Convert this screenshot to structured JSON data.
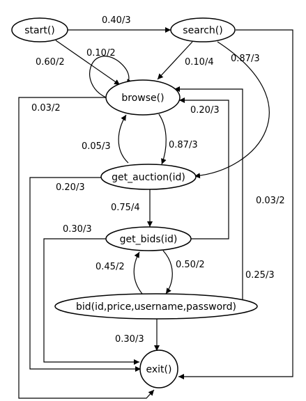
{
  "nodes": {
    "start": "start()",
    "search": "search()",
    "browse": "browse()",
    "get_auction": "get_auction(id)",
    "get_bids": "get_bids(id)",
    "bid": "bid(id,price,username,password)",
    "exit": "exit()"
  },
  "edges": {
    "start_search": "0.40/3",
    "start_browse": "0.60/2",
    "browse_self": "0.10/2",
    "search_browse": "0.10/4",
    "search_get_auction": "0.87/3",
    "search_exit": "0.03/2",
    "browse_exit": "0.03/2",
    "browse_get_auction": "0.87/3",
    "get_auction_browse": "0.05/3",
    "get_bids_browse": "0.20/3",
    "get_auction_exit": "0.20/3",
    "get_auction_get_bids": "0.75/4",
    "get_bids_exit": "0.30/3",
    "get_bids_bid": "0.50/2",
    "bid_get_bids": "0.45/2",
    "bid_browse": "0.25/3",
    "bid_exit": "0.30/3"
  }
}
